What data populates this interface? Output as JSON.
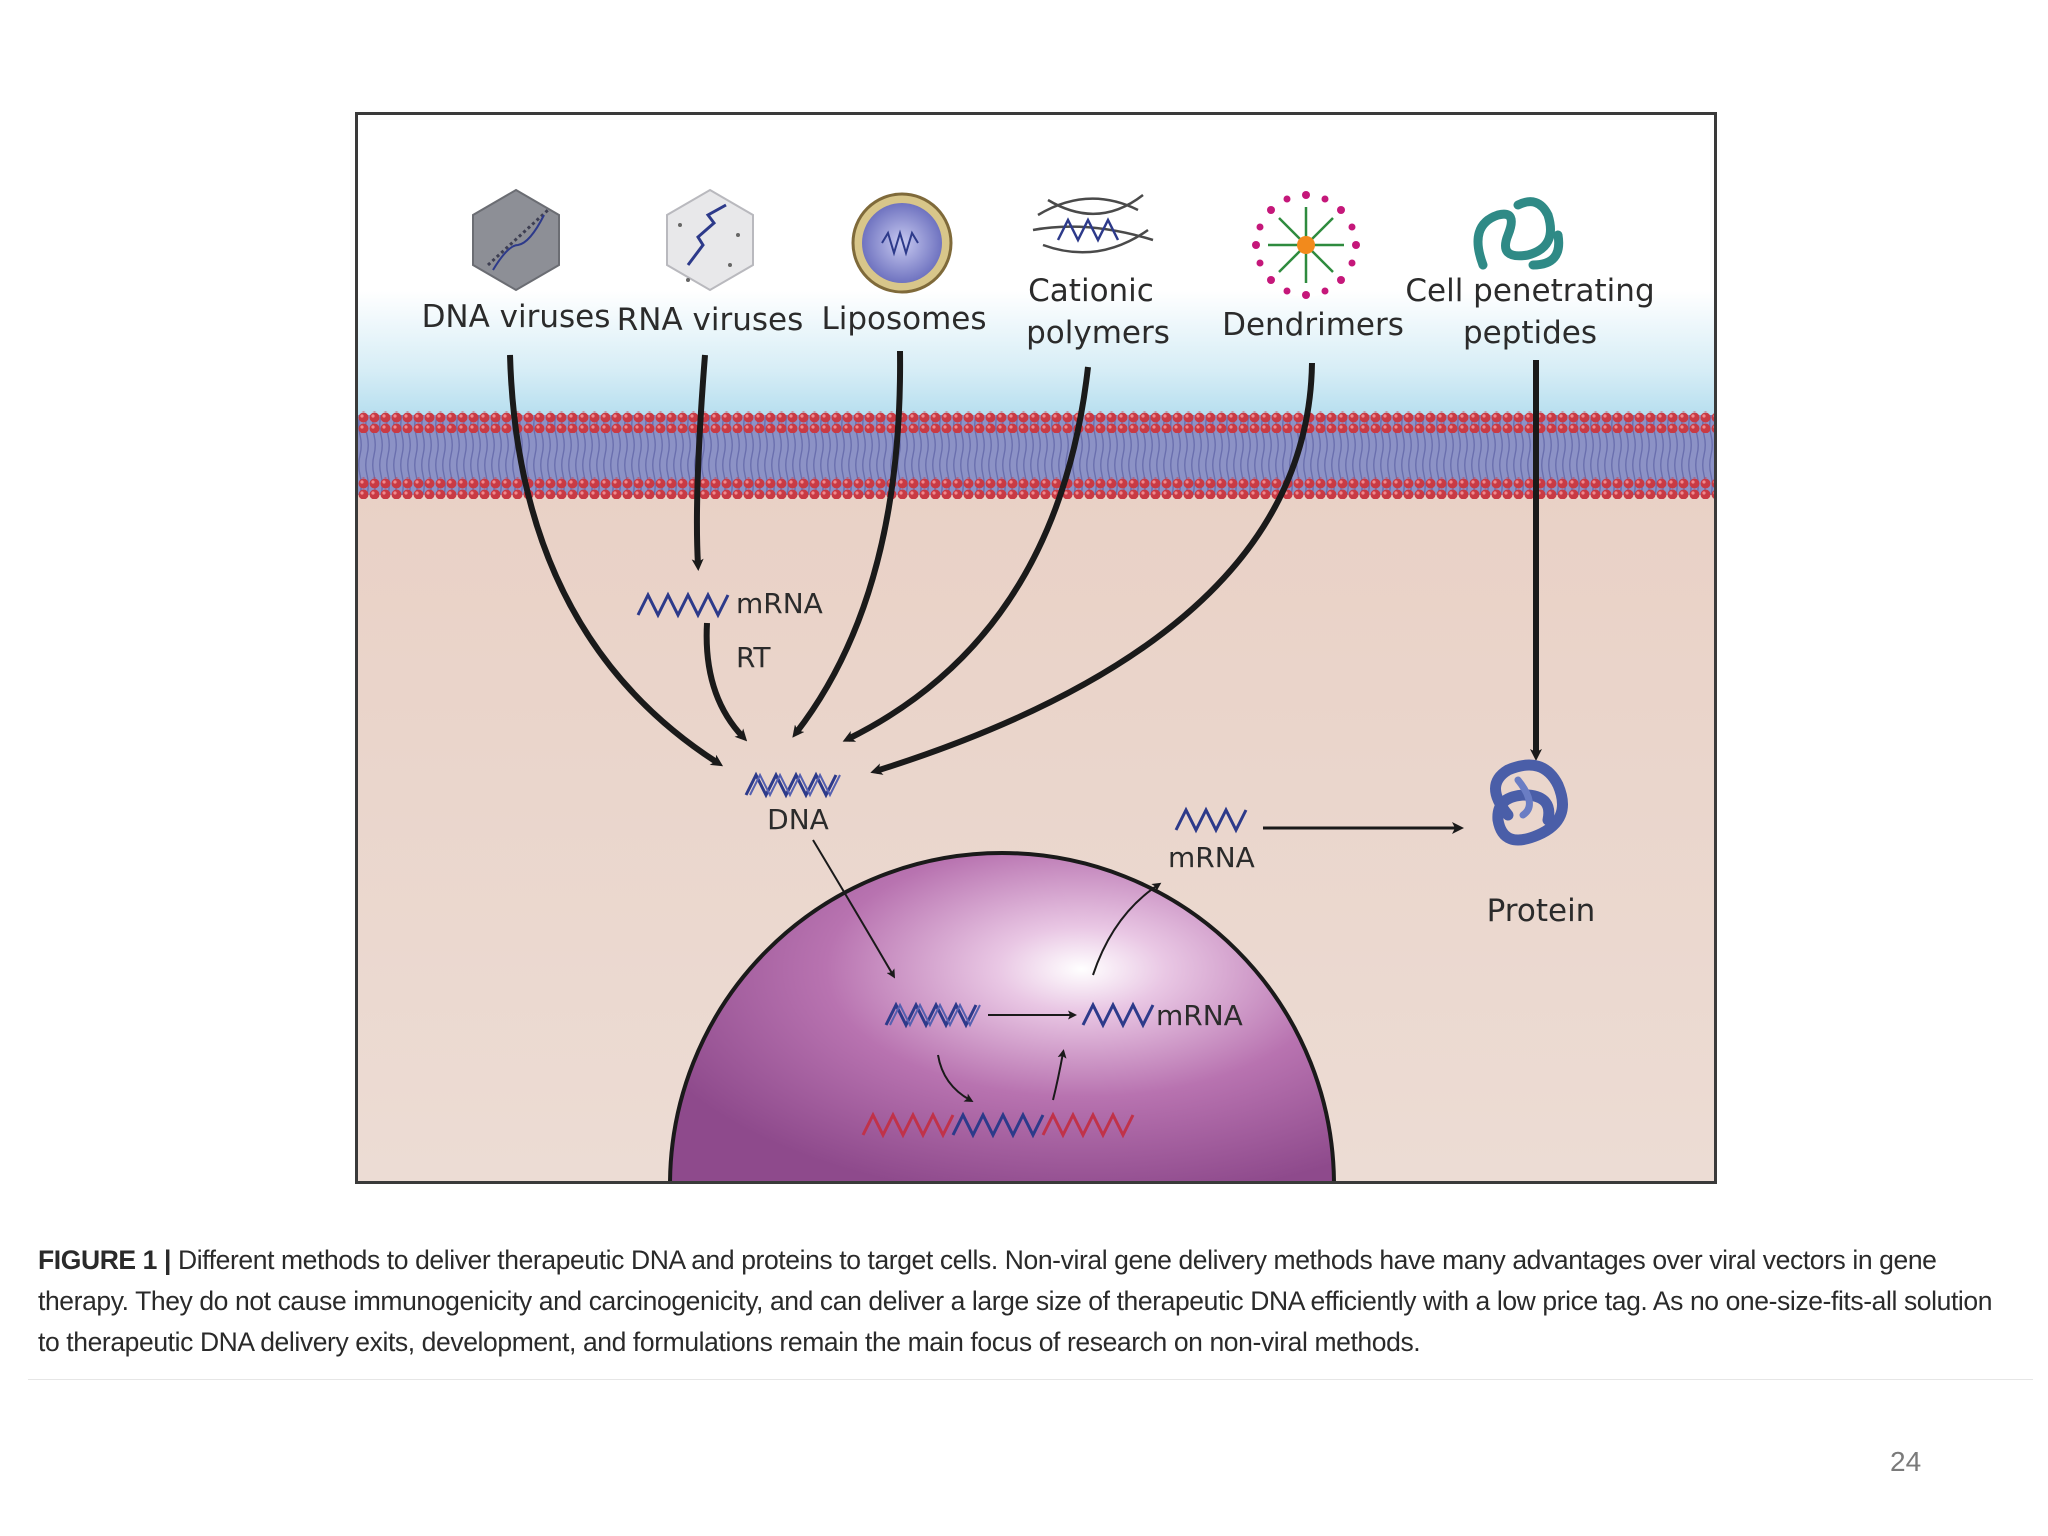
{
  "diagram": {
    "carriers": [
      {
        "id": "dna-viruses",
        "label_lines": [
          "DNA viruses"
        ]
      },
      {
        "id": "rna-viruses",
        "label_lines": [
          "RNA viruses"
        ]
      },
      {
        "id": "liposomes",
        "label_lines": [
          "Liposomes"
        ]
      },
      {
        "id": "cationic-polymers",
        "label_lines": [
          "Cationic",
          "polymers"
        ]
      },
      {
        "id": "dendrimers",
        "label_lines": [
          "Dendrimers"
        ]
      },
      {
        "id": "cell-penetrating-peptides",
        "label_lines": [
          "Cell penetrating",
          "peptides"
        ]
      }
    ],
    "cytoplasm_mrna_label": "mRNA",
    "rt_label": "RT",
    "dna_label": "DNA",
    "exported_mrna_label": "mRNA",
    "protein_label": "Protein",
    "nuclear_mrna_label": "mRNA"
  },
  "caption": {
    "label": "FIGURE 1 |",
    "text": " Different methods to deliver therapeutic DNA and proteins to target cells. Non-viral gene delivery methods have many advantages over viral vectors in gene therapy. They do not cause immunogenicity and carcinogenicity, and can deliver a large size of therapeutic DNA efficiently with a low price tag. As no one-size-fits-all solution to therapeutic DNA delivery exits, development, and formulations remain the main focus of research on non-viral methods."
  },
  "slide_number": "24"
}
